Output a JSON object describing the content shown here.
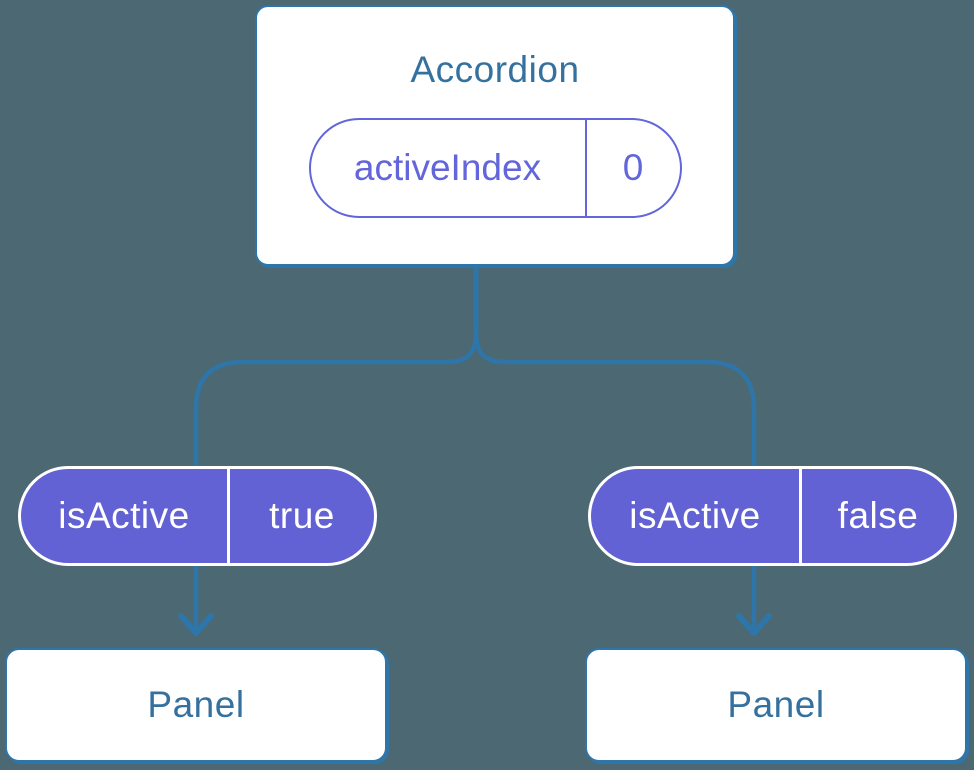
{
  "colors": {
    "background": "#4c6872",
    "connector_blue": "#2e76a9",
    "title_blue": "#35719f",
    "purple": "#6365db",
    "pill_purple_fill": "#6262d4"
  },
  "accordion_node": {
    "title": "Accordion",
    "state": {
      "name": "activeIndex",
      "value": "0"
    }
  },
  "left_child": {
    "prop": {
      "name": "isActive",
      "value": "true"
    },
    "panel": {
      "label": "Panel"
    }
  },
  "right_child": {
    "prop": {
      "name": "isActive",
      "value": "false"
    },
    "panel": {
      "label": "Panel"
    }
  }
}
